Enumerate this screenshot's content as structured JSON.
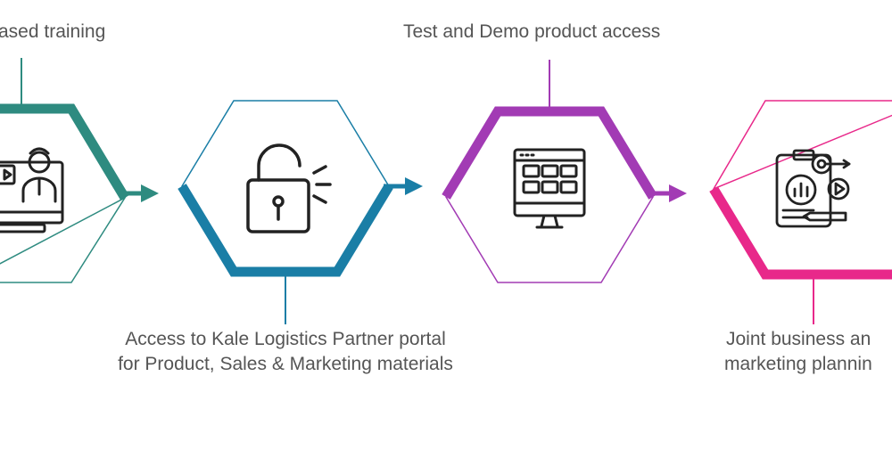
{
  "steps": [
    {
      "label_lines": [
        "ased training"
      ],
      "color": "#2e8b80",
      "icon": "online-training-icon"
    },
    {
      "label_lines": [
        "Access to Kale Logistics Partner portal",
        "for Product, Sales & Marketing materials"
      ],
      "color": "#1a7ea6",
      "icon": "unlocked-padlock-icon"
    },
    {
      "label_lines": [
        "Test and Demo product access"
      ],
      "color": "#a23bb4",
      "icon": "dashboard-monitor-icon"
    },
    {
      "label_lines": [
        "Joint business an",
        "marketing plannin"
      ],
      "color": "#e8288a",
      "icon": "business-plan-icon"
    }
  ],
  "colors": {
    "text": "#555555",
    "icon": "#222222",
    "background": "#ffffff"
  }
}
